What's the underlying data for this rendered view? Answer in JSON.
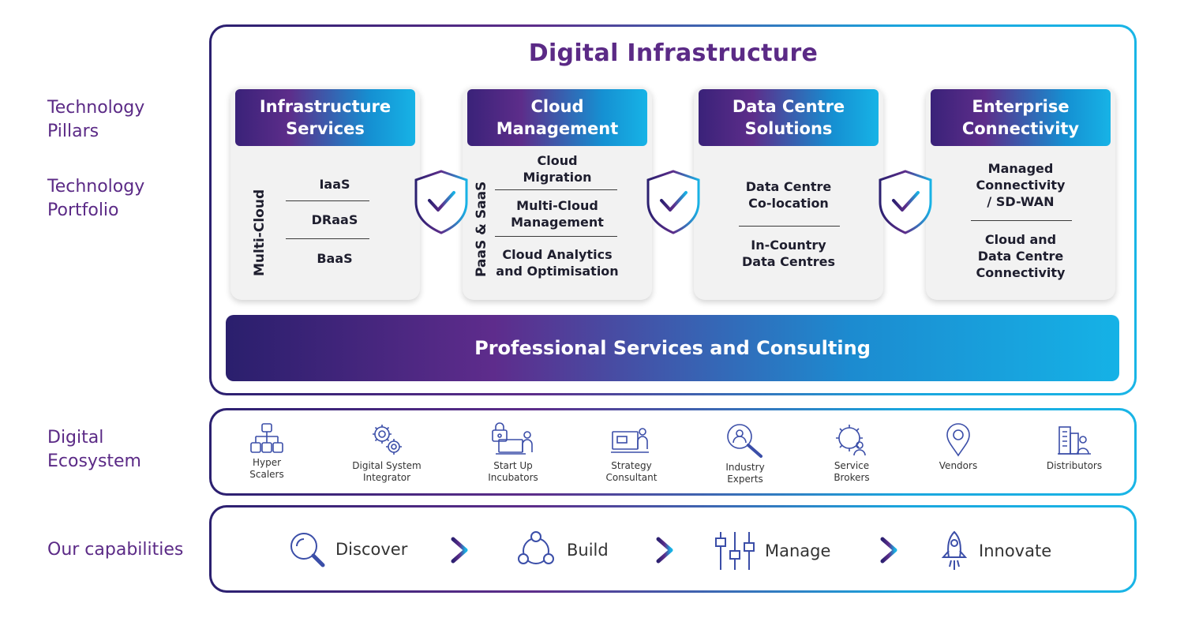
{
  "left_labels": {
    "pillars": [
      "Technology",
      "Pillars"
    ],
    "portfolio": [
      "Technology",
      "Portfolio"
    ],
    "ecosystem": [
      "Digital",
      "Ecosystem"
    ],
    "capabilities": "Our capabilities"
  },
  "title": "Digital Infrastructure",
  "pillars": [
    {
      "title": [
        "Infrastructure",
        "Services"
      ],
      "side_label": "Multi-Cloud",
      "items": [
        "IaaS",
        "DRaaS",
        "BaaS"
      ]
    },
    {
      "title": [
        "Cloud",
        "Management"
      ],
      "side_label": "PaaS & SaaS",
      "items": [
        [
          "Cloud",
          "Migration"
        ],
        [
          "Multi-Cloud",
          "Management"
        ],
        [
          "Cloud Analytics",
          "and Optimisation"
        ]
      ]
    },
    {
      "title": [
        "Data Centre",
        "Solutions"
      ],
      "items": [
        [
          "Data Centre",
          "Co-location"
        ],
        [
          "In-Country",
          "Data Centres"
        ]
      ]
    },
    {
      "title": [
        "Enterprise",
        "Connectivity"
      ],
      "items": [
        [
          "Managed",
          "Connectivity",
          "/ SD-WAN"
        ],
        [
          "Cloud and",
          "Data Centre",
          "Connectivity"
        ]
      ]
    }
  ],
  "professional_services": "Professional Services and Consulting",
  "ecosystem": [
    {
      "label": [
        "Hyper",
        "Scalers"
      ],
      "icon": "hierarchy-icon"
    },
    {
      "label": [
        "Digital System",
        "Integrator"
      ],
      "icon": "gears-icon"
    },
    {
      "label": [
        "Start Up",
        "Incubators"
      ],
      "icon": "lock-monitor-icon"
    },
    {
      "label": [
        "Strategy",
        "Consultant"
      ],
      "icon": "presenter-icon"
    },
    {
      "label": [
        "Industry",
        "Experts"
      ],
      "icon": "person-magnifier-icon"
    },
    {
      "label": [
        "Service",
        "Brokers"
      ],
      "icon": "gear-person-icon"
    },
    {
      "label": [
        "Vendors"
      ],
      "icon": "location-pin-icon"
    },
    {
      "label": [
        "Distributors"
      ],
      "icon": "buildings-icon"
    }
  ],
  "capabilities": [
    {
      "label": "Discover",
      "icon": "magnifier-icon"
    },
    {
      "label": "Build",
      "icon": "network-circle-icon"
    },
    {
      "label": "Manage",
      "icon": "sliders-icon"
    },
    {
      "label": "Innovate",
      "icon": "rocket-icon"
    }
  ],
  "colors": {
    "purple": "#5b2a86",
    "navy": "#2b2070",
    "cyan": "#17b3e6",
    "card_bg": "#f2f2f2"
  }
}
